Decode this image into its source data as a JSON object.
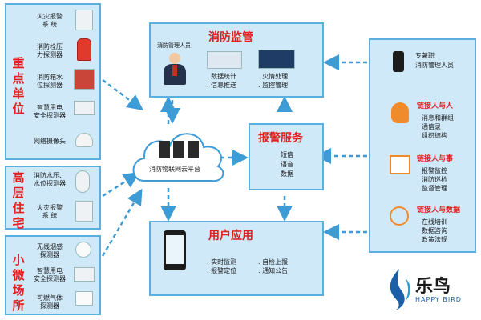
{
  "left_groups": [
    {
      "title": "重点单位",
      "items": [
        "火灾报警\n系 统",
        "消防栓压\n力探测器",
        "消防箱水\n位探测器",
        "智慧用电\n安全探测器",
        "网络摄像头"
      ]
    },
    {
      "title": "高层住宅",
      "items": [
        "消防水压、\n水位探测器",
        "火灾报警\n系 统"
      ]
    },
    {
      "title": "小微场所",
      "items": [
        "无线烟感\n探测器",
        "智慧用电\n安全探测器",
        "可燃气体\n探测器"
      ]
    }
  ],
  "monitor": {
    "title": "消防监管",
    "person": "消防管理人员",
    "bullets": [
      ". 数据统计",
      ". 信息推送",
      ". 火情处理",
      ". 监控管理"
    ]
  },
  "cloud": {
    "label": "消防物联网云平台"
  },
  "alarm": {
    "title": "报警服务",
    "items": [
      "短信",
      "语音",
      "数据"
    ]
  },
  "app": {
    "title": "用户应用",
    "bullets": [
      ". 实时监测",
      ". 报警定位",
      ". 自检上报",
      ". 通知公告"
    ]
  },
  "right": {
    "top_label": "专兼职\n消防管理人员",
    "sections": [
      {
        "title": "链接人与人",
        "items": [
          "消息和群组",
          "通信录",
          "组织结构"
        ]
      },
      {
        "title": "链接人与事",
        "items": [
          "报警监控",
          "消防巡检",
          "监督管理"
        ]
      },
      {
        "title": "链接人与数据",
        "items": [
          "在线培训",
          "数据咨询",
          "政策法规"
        ]
      }
    ]
  },
  "logo": {
    "name": "乐鸟",
    "sub": "HAPPY BIRD"
  },
  "colors": {
    "panel": "#cfe9f9",
    "border": "#5aaee0",
    "accent_red": "#e02020",
    "arrow": "#3d9bd6"
  }
}
